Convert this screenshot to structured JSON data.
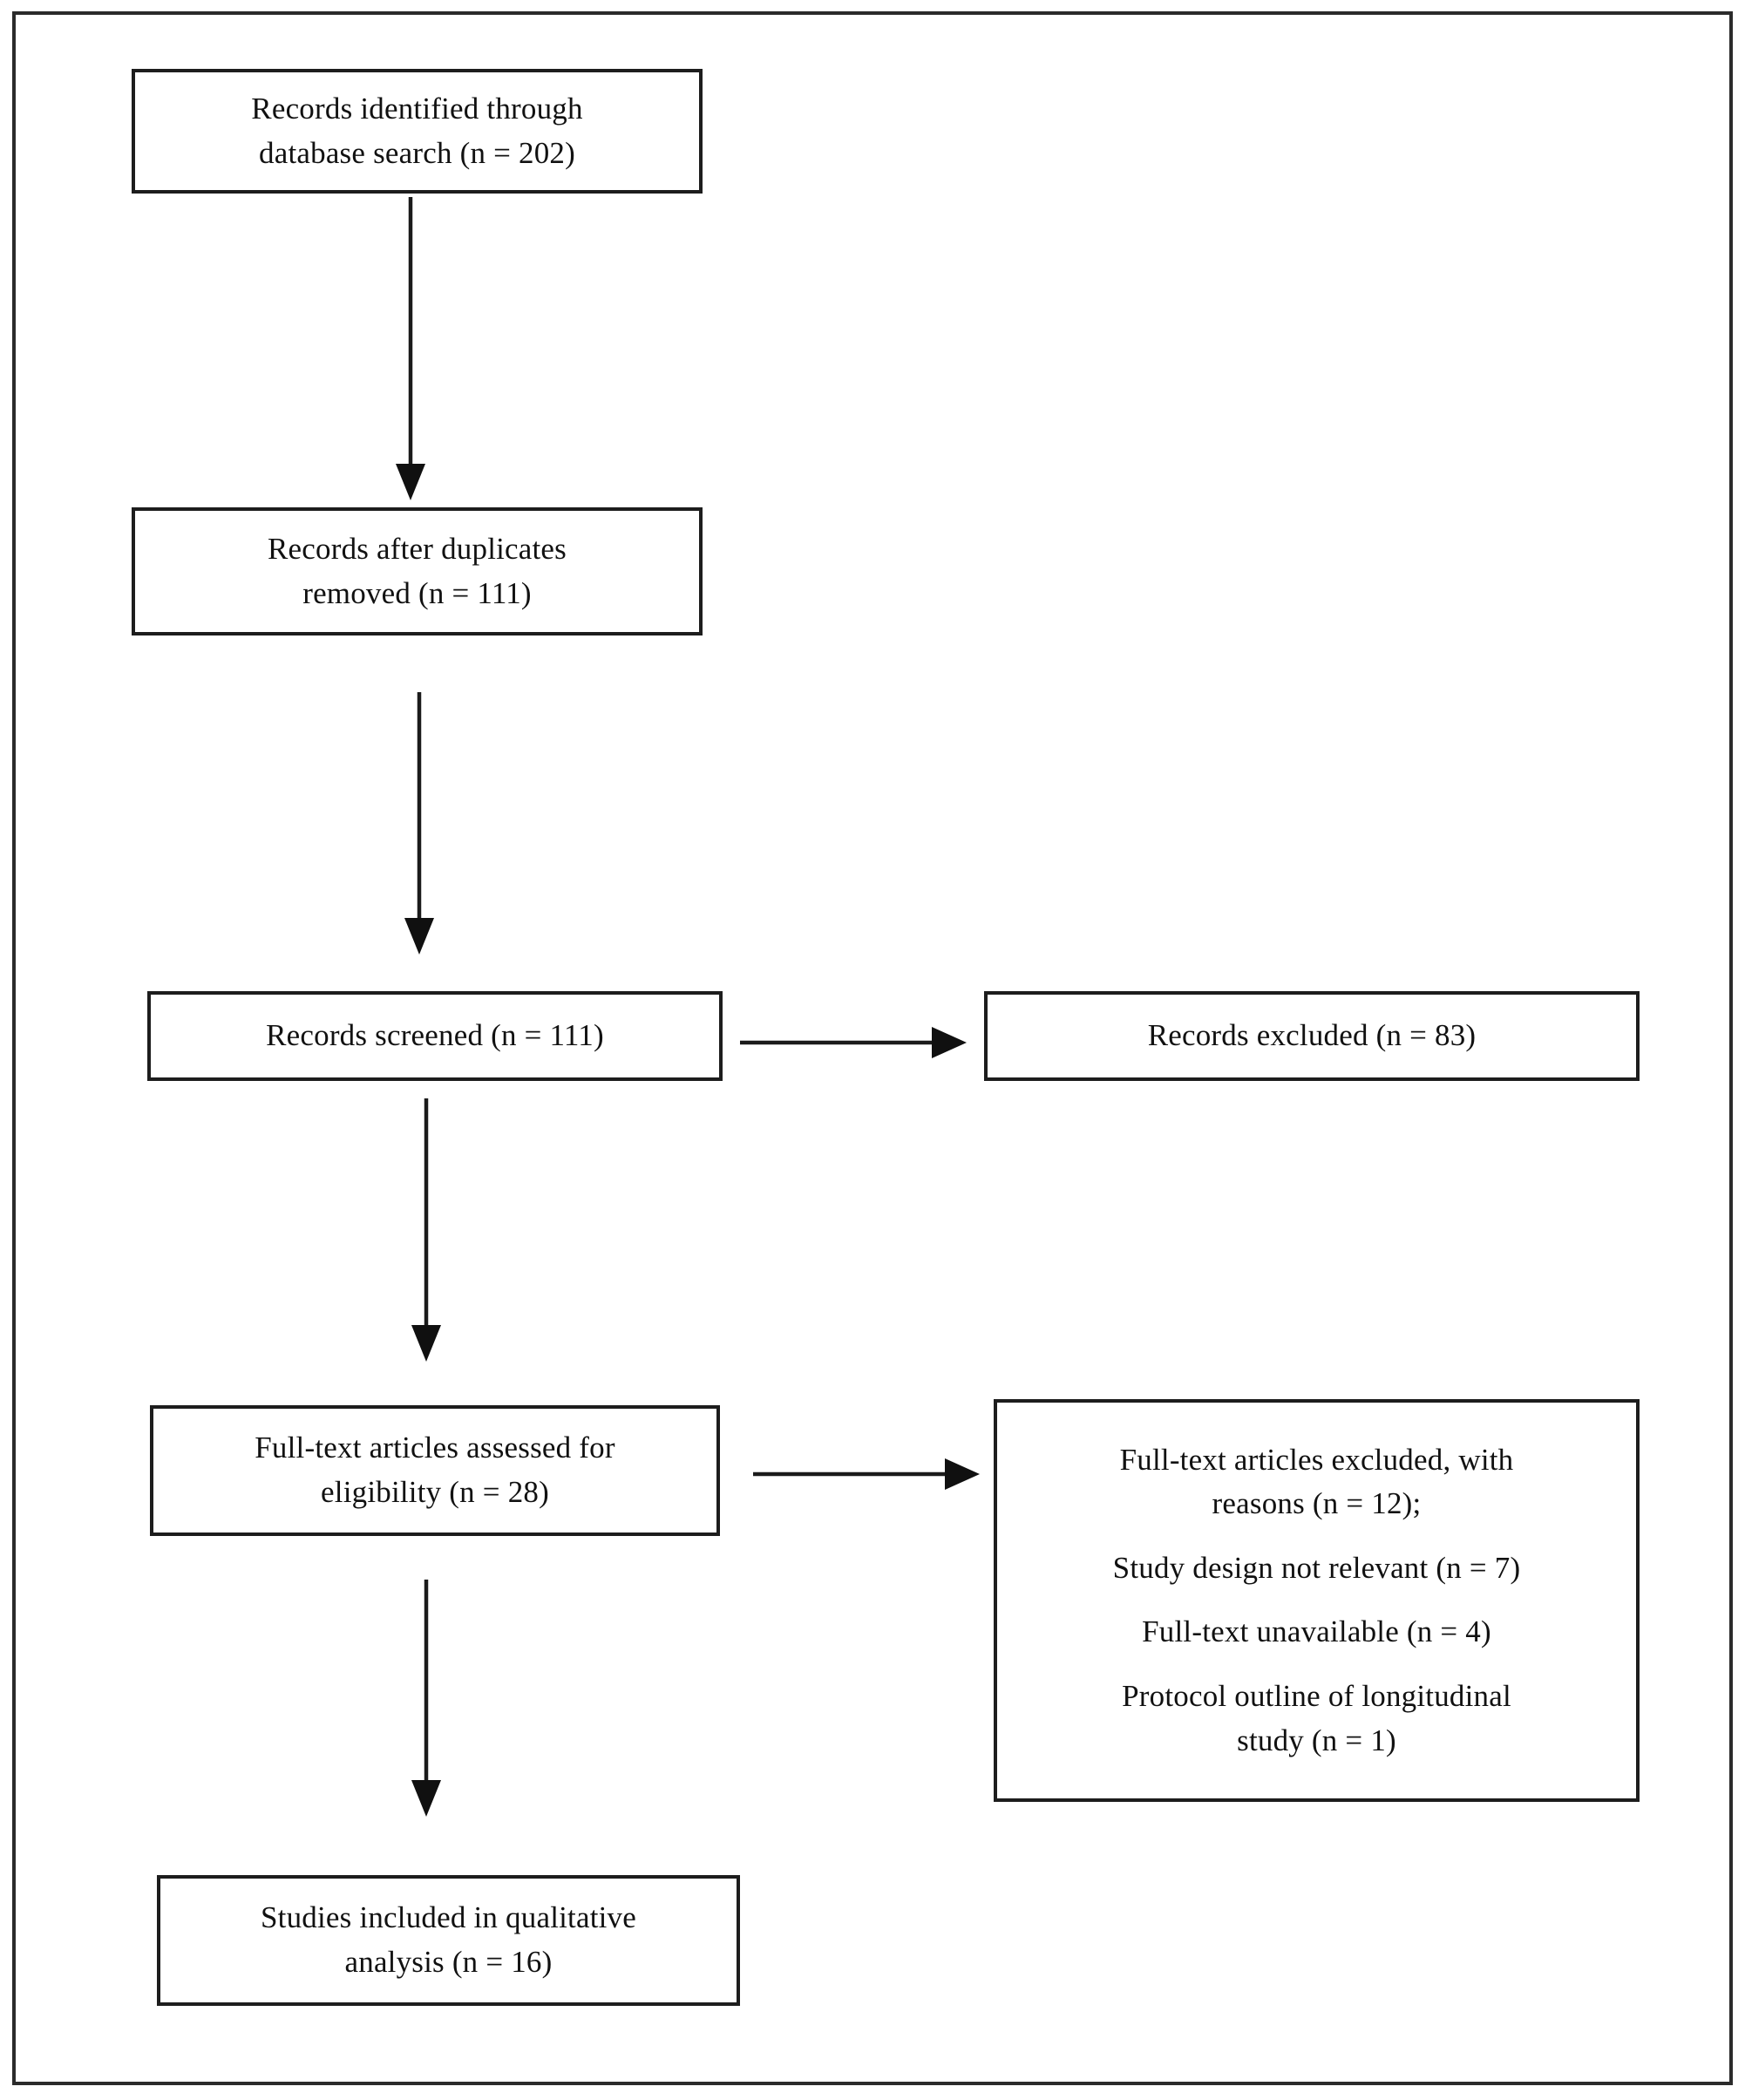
{
  "diagram": {
    "type": "prisma-flow-diagram",
    "title": "PRISMA study selection flow diagram",
    "boxes": [
      {
        "id": "identified",
        "name": "records-identified-box",
        "lines": [
          "Records identified through",
          "database search (n = 202)"
        ],
        "count": 202
      },
      {
        "id": "after_duplicates",
        "name": "records-after-duplicates-box",
        "lines": [
          "Records after duplicates",
          "removed (n = 111)"
        ],
        "count": 111
      },
      {
        "id": "screened",
        "name": "records-screened-box",
        "lines": [
          "Records screened (n = 111)"
        ],
        "count": 111
      },
      {
        "id": "excluded",
        "name": "records-excluded-box",
        "lines": [
          "Records excluded (n = 83)"
        ],
        "count": 83
      },
      {
        "id": "fulltext_assessed",
        "name": "fulltext-assessed-box",
        "lines": [
          "Full-text articles assessed for",
          "eligibility (n = 28)"
        ],
        "count": 28
      },
      {
        "id": "fulltext_excluded",
        "name": "fulltext-excluded-reasons-box",
        "paragraphs": [
          {
            "lines": [
              "Full-text articles excluded, with",
              "reasons (n = 12);"
            ],
            "count": 12
          },
          {
            "lines": [
              "Study design not relevant (n = 7)"
            ],
            "count": 7
          },
          {
            "lines": [
              "Full-text unavailable (n = 4)"
            ],
            "count": 4
          },
          {
            "lines": [
              "Protocol outline of longitudinal",
              "study (n = 1)"
            ],
            "count": 1
          }
        ]
      },
      {
        "id": "included",
        "name": "studies-included-box",
        "lines": [
          "Studies included in qualitative",
          "analysis (n = 16)"
        ],
        "count": 16
      }
    ],
    "connectors": [
      {
        "id": "c1",
        "name": "arrow-identified-to-after-duplicates",
        "direction": "down",
        "from": "identified",
        "to": "after_duplicates"
      },
      {
        "id": "c2",
        "name": "arrow-after-duplicates-to-screened",
        "direction": "down",
        "from": "after_duplicates",
        "to": "screened"
      },
      {
        "id": "c3",
        "name": "arrow-screened-to-excluded",
        "direction": "right",
        "from": "screened",
        "to": "excluded"
      },
      {
        "id": "c4",
        "name": "arrow-screened-to-fulltext-assessed",
        "direction": "down",
        "from": "screened",
        "to": "fulltext_assessed"
      },
      {
        "id": "c5",
        "name": "arrow-fulltext-assessed-to-fulltext-excluded",
        "direction": "right",
        "from": "fulltext_assessed",
        "to": "fulltext_excluded"
      },
      {
        "id": "c6",
        "name": "arrow-fulltext-assessed-to-included",
        "direction": "down",
        "from": "fulltext_assessed",
        "to": "included"
      }
    ],
    "colors": {
      "box_border": "#1d1d1d",
      "frame_border": "#2b2b2b",
      "arrow": "#1b1b1b",
      "text": "#111111",
      "background": "#ffffff"
    }
  }
}
